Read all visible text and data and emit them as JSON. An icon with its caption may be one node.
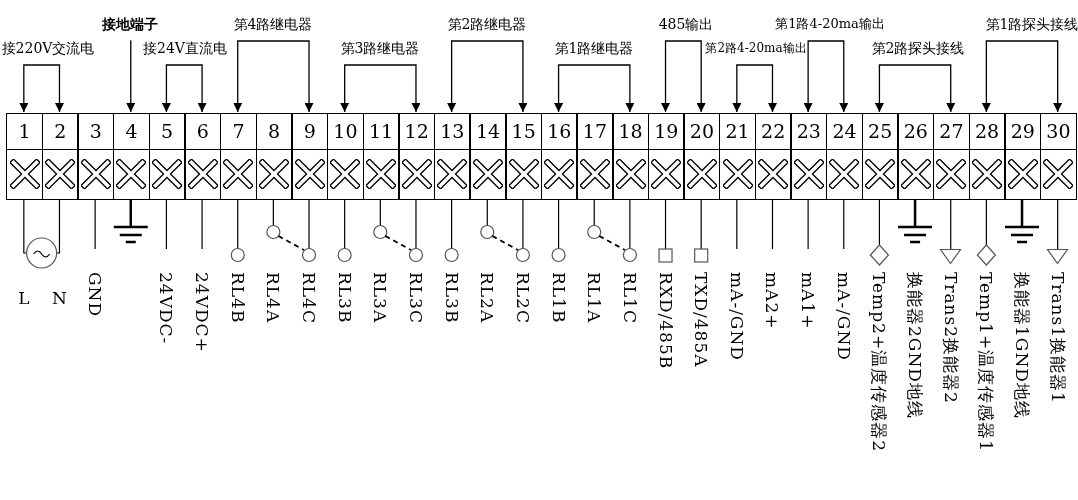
{
  "diagram": {
    "nodes": [
      {
        "text": [
          "接220V交流电"
        ]
      },
      {
        "text": [
          "接地端子"
        ]
      },
      {
        "text": [
          "接24V直流电"
        ]
      },
      {
        "text": [
          "第4路继电器"
        ]
      },
      {
        "text": [
          "第3路继电器"
        ]
      },
      {
        "text": [
          "第2路继电器"
        ]
      },
      {
        "text": [
          "第1路继电器"
        ]
      },
      {
        "text": [
          "485输出"
        ]
      },
      {
        "text": [
          "第2路4-20ma输出"
        ]
      },
      {
        "text": [
          "第1路4-20ma输出"
        ]
      },
      {
        "text": [
          "第2路探头接线"
        ]
      },
      {
        "text": [
          "第1路探头接线"
        ]
      },
      {
        "text": [
          "1"
        ]
      },
      {
        "text": [
          "2"
        ]
      },
      {
        "text": [
          "3"
        ]
      },
      {
        "text": [
          "4"
        ]
      },
      {
        "text": [
          "5"
        ]
      },
      {
        "text": [
          "6"
        ]
      },
      {
        "text": [
          "7"
        ]
      },
      {
        "text": [
          "8"
        ]
      },
      {
        "text": [
          "9"
        ]
      },
      {
        "text": [
          "10"
        ]
      },
      {
        "text": [
          "11"
        ]
      },
      {
        "text": [
          "12"
        ]
      },
      {
        "text": [
          "13"
        ]
      },
      {
        "text": [
          "14"
        ]
      },
      {
        "text": [
          "15"
        ]
      },
      {
        "text": [
          "16"
        ]
      },
      {
        "text": [
          "17"
        ]
      },
      {
        "text": [
          "18"
        ]
      },
      {
        "text": [
          "19"
        ]
      },
      {
        "text": [
          "20"
        ]
      },
      {
        "text": [
          "21"
        ]
      },
      {
        "text": [
          "22"
        ]
      },
      {
        "text": [
          "23"
        ]
      },
      {
        "text": [
          "24"
        ]
      },
      {
        "text": [
          "25"
        ]
      },
      {
        "text": [
          "26"
        ]
      },
      {
        "text": [
          "27"
        ]
      },
      {
        "text": [
          "28"
        ]
      },
      {
        "text": [
          "29"
        ]
      },
      {
        "text": [
          "30"
        ]
      },
      {
        "text": [],
        "shape": "triangle"
      },
      {
        "text": [],
        "shape": "triangle"
      }
    ],
    "edges": [
      {
        "from": 0,
        "to": 12,
        "arrow": "to"
      },
      {
        "from": 0,
        "to": 13,
        "arrow": "to"
      },
      {
        "from": 1,
        "to": 15,
        "arrow": "to"
      },
      {
        "from": 2,
        "to": 16,
        "arrow": "to"
      },
      {
        "from": 2,
        "to": 17,
        "arrow": "to"
      },
      {
        "from": 3,
        "to": 18,
        "arrow": "to"
      },
      {
        "from": 3,
        "to": 20,
        "arrow": "to"
      },
      {
        "from": 4,
        "to": 21,
        "arrow": "to"
      },
      {
        "from": 4,
        "to": 23,
        "arrow": "to"
      },
      {
        "from": 5,
        "to": 24,
        "arrow": "to"
      },
      {
        "from": 5,
        "to": 26,
        "arrow": "to"
      },
      {
        "from": 6,
        "to": 27,
        "arrow": "to"
      },
      {
        "from": 6,
        "to": 29,
        "arrow": "to"
      },
      {
        "from": 7,
        "to": 30,
        "arrow": "to"
      },
      {
        "from": 7,
        "to": 31,
        "arrow": "to"
      },
      {
        "from": 8,
        "to": 32,
        "arrow": "to"
      },
      {
        "from": 8,
        "to": 33,
        "arrow": "to"
      },
      {
        "from": 9,
        "to": 34,
        "arrow": "to"
      },
      {
        "from": 9,
        "to": 35,
        "arrow": "to"
      },
      {
        "from": 10,
        "to": 36,
        "arrow": "to"
      },
      {
        "from": 10,
        "to": 38,
        "arrow": "to"
      },
      {
        "from": 11,
        "to": 39,
        "arrow": "to"
      },
      {
        "from": 11,
        "to": 41,
        "arrow": "to"
      },
      {
        "from": 38,
        "to": 42,
        "arrow": "none"
      },
      {
        "from": 41,
        "to": 43,
        "arrow": "none"
      }
    ],
    "labels": [
      "L",
      "N",
      "GND",
      "24VDC-",
      "24VDC+",
      "RL4B",
      "RL4A",
      "RL4C",
      "RL3B",
      "RL3A",
      "RL3C",
      "RL3B",
      "RL2A",
      "RL2C",
      "RL1B",
      "RL1A",
      "RL1C",
      "RXD/485B",
      "TXD/485A",
      "mA-/GND",
      "mA2+",
      "mA1+",
      "mA-/GND",
      "Temp2+温度传感器2",
      "换能器2GND地线",
      "Trans2换能器2",
      "Temp1+温度传感器1",
      "换能器1GND地线",
      "Trans1换能器1"
    ]
  }
}
